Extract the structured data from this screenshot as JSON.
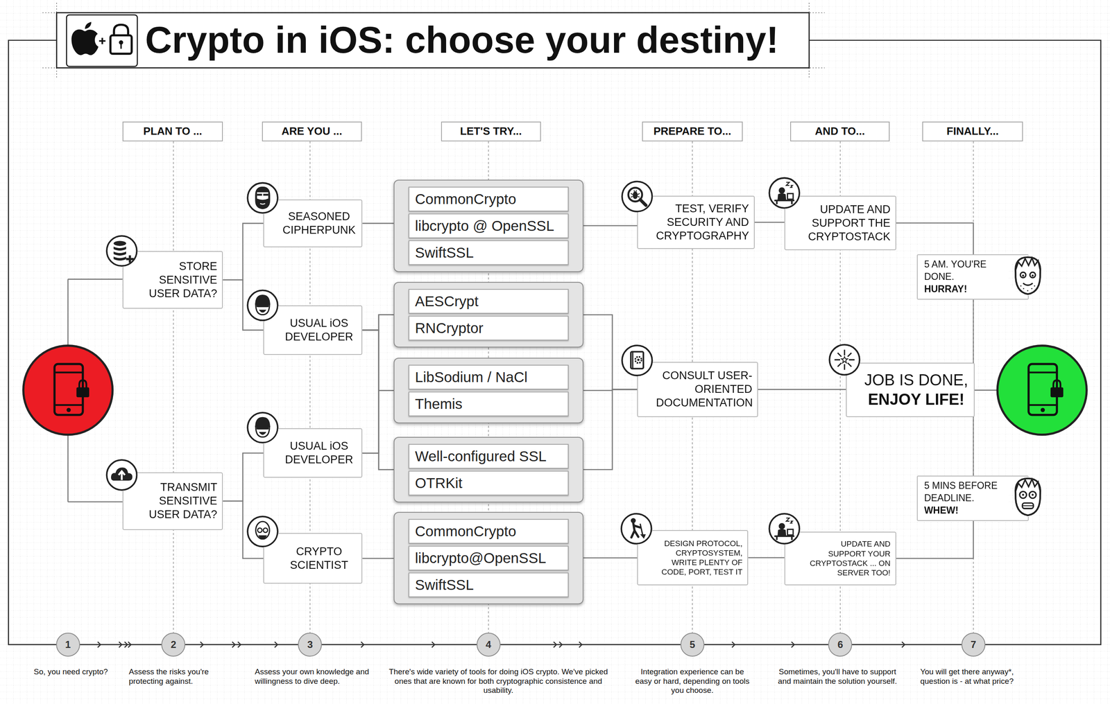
{
  "diagram": {
    "title": "Crypto in iOS: choose your destiny!",
    "nodes": [
      {
        "text": [
          "PLAN TO ..."
        ]
      },
      {
        "text": [
          "ARE YOU ..."
        ]
      },
      {
        "text": [
          "LET'S TRY..."
        ]
      },
      {
        "text": [
          "PREPARE TO..."
        ]
      },
      {
        "text": [
          "AND TO..."
        ]
      },
      {
        "text": [
          "FINALLY..."
        ]
      },
      {
        "text": [
          "STORE SENSITIVE USER DATA?"
        ]
      },
      {
        "text": [
          "TRANSMIT SENSITIVE USER DATA?"
        ]
      },
      {
        "text": [
          "SEASONED CIPHERPUNK"
        ]
      },
      {
        "text": [
          "USUAL iOS DEVELOPER"
        ]
      },
      {
        "text": [
          "USUAL iOS DEVELOPER"
        ]
      },
      {
        "text": [
          "CRYPTO SCIENTIST"
        ]
      },
      {
        "text": []
      },
      {
        "text": [
          "CommonCrypto"
        ],
        "in": 12
      },
      {
        "text": [
          "libcrypto @ OpenSSL"
        ],
        "in": 12
      },
      {
        "text": [
          "SwiftSSL"
        ],
        "in": 12
      },
      {
        "text": []
      },
      {
        "text": [
          "AESCrypt"
        ],
        "in": 16
      },
      {
        "text": [
          "RNCryptor"
        ],
        "in": 16
      },
      {
        "text": []
      },
      {
        "text": [
          "LibSodium / NaCl"
        ],
        "in": 19
      },
      {
        "text": [
          "Themis"
        ],
        "in": 19
      },
      {
        "text": []
      },
      {
        "text": [
          "Well-configured SSL"
        ],
        "in": 22
      },
      {
        "text": [
          "OTRKit"
        ],
        "in": 22
      },
      {
        "text": []
      },
      {
        "text": [
          "CommonCrypto"
        ],
        "in": 25
      },
      {
        "text": [
          "libcrypto@OpenSSL"
        ],
        "in": 25
      },
      {
        "text": [
          "SwiftSSL"
        ],
        "in": 25
      },
      {
        "text": [
          "TEST, VERIFY SECURITY AND CRYPTOGRAPHY"
        ]
      },
      {
        "text": [
          "CONSULT USER-ORIENTED DOCUMENTATION"
        ]
      },
      {
        "text": [
          "DESIGN PROTOCOL, CRYPTOSYSTEM, WRITE PLENTY OF CODE, PORT, TEST IT"
        ]
      },
      {
        "text": [
          "UPDATE AND SUPPORT THE CRYPTOSTACK"
        ]
      },
      {
        "text": [
          "JOB IS DONE,",
          "ENJOY LIFE!"
        ]
      },
      {
        "text": [
          "UPDATE AND SUPPORT YOUR CRYPTOSTACK ... ON SERVER TOO!"
        ]
      },
      {
        "text": [
          "5 AM. YOU'RE DONE.",
          "HURRAY!"
        ]
      },
      {
        "text": [
          "5 MINS BEFORE DEADLINE.",
          "WHEW!"
        ]
      },
      {
        "text": [
          "1"
        ]
      },
      {
        "text": [
          "2"
        ]
      },
      {
        "text": [
          "3"
        ]
      },
      {
        "text": [
          "4"
        ]
      },
      {
        "text": [
          "5"
        ]
      },
      {
        "text": [
          "6"
        ]
      },
      {
        "text": [
          "7"
        ]
      }
    ],
    "edges": [
      {
        "from": 0,
        "to": 38,
        "arrow": "none"
      },
      {
        "from": 1,
        "to": 39,
        "arrow": "none"
      },
      {
        "from": 2,
        "to": 40,
        "arrow": "none"
      },
      {
        "from": 3,
        "to": 41,
        "arrow": "none"
      },
      {
        "from": 4,
        "to": 42,
        "arrow": "none"
      },
      {
        "from": 5,
        "to": 43,
        "arrow": "none"
      },
      {
        "from": 6,
        "to": 8,
        "arrow": "none"
      },
      {
        "from": 6,
        "to": 9,
        "arrow": "none"
      },
      {
        "from": 7,
        "to": 10,
        "arrow": "none"
      },
      {
        "from": 7,
        "to": 11,
        "arrow": "none"
      },
      {
        "from": 8,
        "to": 12,
        "arrow": "none"
      },
      {
        "from": 9,
        "to": 16,
        "arrow": "none"
      },
      {
        "from": 9,
        "to": 19,
        "arrow": "none"
      },
      {
        "from": 9,
        "to": 22,
        "arrow": "none"
      },
      {
        "from": 10,
        "to": 16,
        "arrow": "none"
      },
      {
        "from": 10,
        "to": 19,
        "arrow": "none"
      },
      {
        "from": 10,
        "to": 22,
        "arrow": "none"
      },
      {
        "from": 11,
        "to": 25,
        "arrow": "none"
      },
      {
        "from": 12,
        "to": 29,
        "arrow": "none"
      },
      {
        "from": 16,
        "to": 30,
        "arrow": "none"
      },
      {
        "from": 19,
        "to": 30,
        "arrow": "none"
      },
      {
        "from": 22,
        "to": 30,
        "arrow": "none"
      },
      {
        "from": 25,
        "to": 31,
        "arrow": "none"
      },
      {
        "from": 29,
        "to": 32,
        "arrow": "none"
      },
      {
        "from": 30,
        "to": 33,
        "arrow": "none"
      },
      {
        "from": 31,
        "to": 34,
        "arrow": "none"
      },
      {
        "from": 32,
        "to": 35,
        "arrow": "none"
      },
      {
        "from": 34,
        "to": 36,
        "arrow": "none"
      }
    ],
    "labels": [
      "So, you need crypto?",
      "Assess the risks you're protecting against.",
      "Assess your own knowledge and willingness to dive deep.",
      "There's wide variety of tools for doing iOS crypto. We've picked ones that are known for both cryptographic consistence and usability.",
      "Integration experience can be easy or hard, depending on tools you choose.",
      "Sometimes, you'll have to support and maintain the solution yourself.",
      "You will get there anyway*, question is - at what price?"
    ]
  }
}
